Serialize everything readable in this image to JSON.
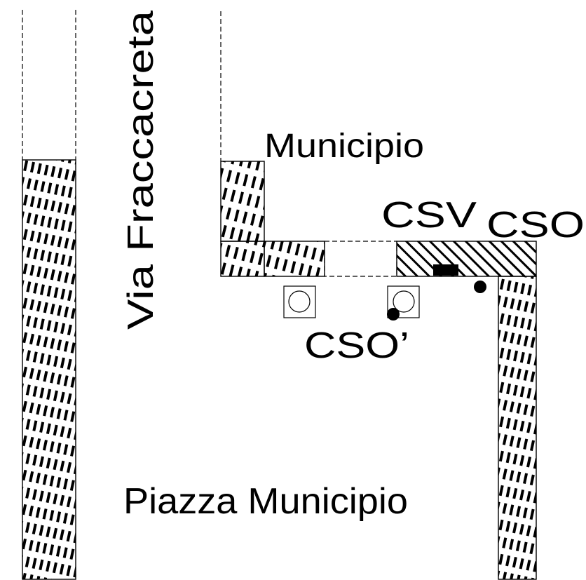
{
  "labels": {
    "street": "Via Fraccacreta",
    "building": "Municipio",
    "square": "Piazza Municipio",
    "csv": "CSV",
    "cso": "CSO",
    "cso_prime": "CSO’"
  },
  "colors": {
    "ink": "#000000",
    "background": "#ffffff",
    "marker_inner": "#dddddd"
  }
}
